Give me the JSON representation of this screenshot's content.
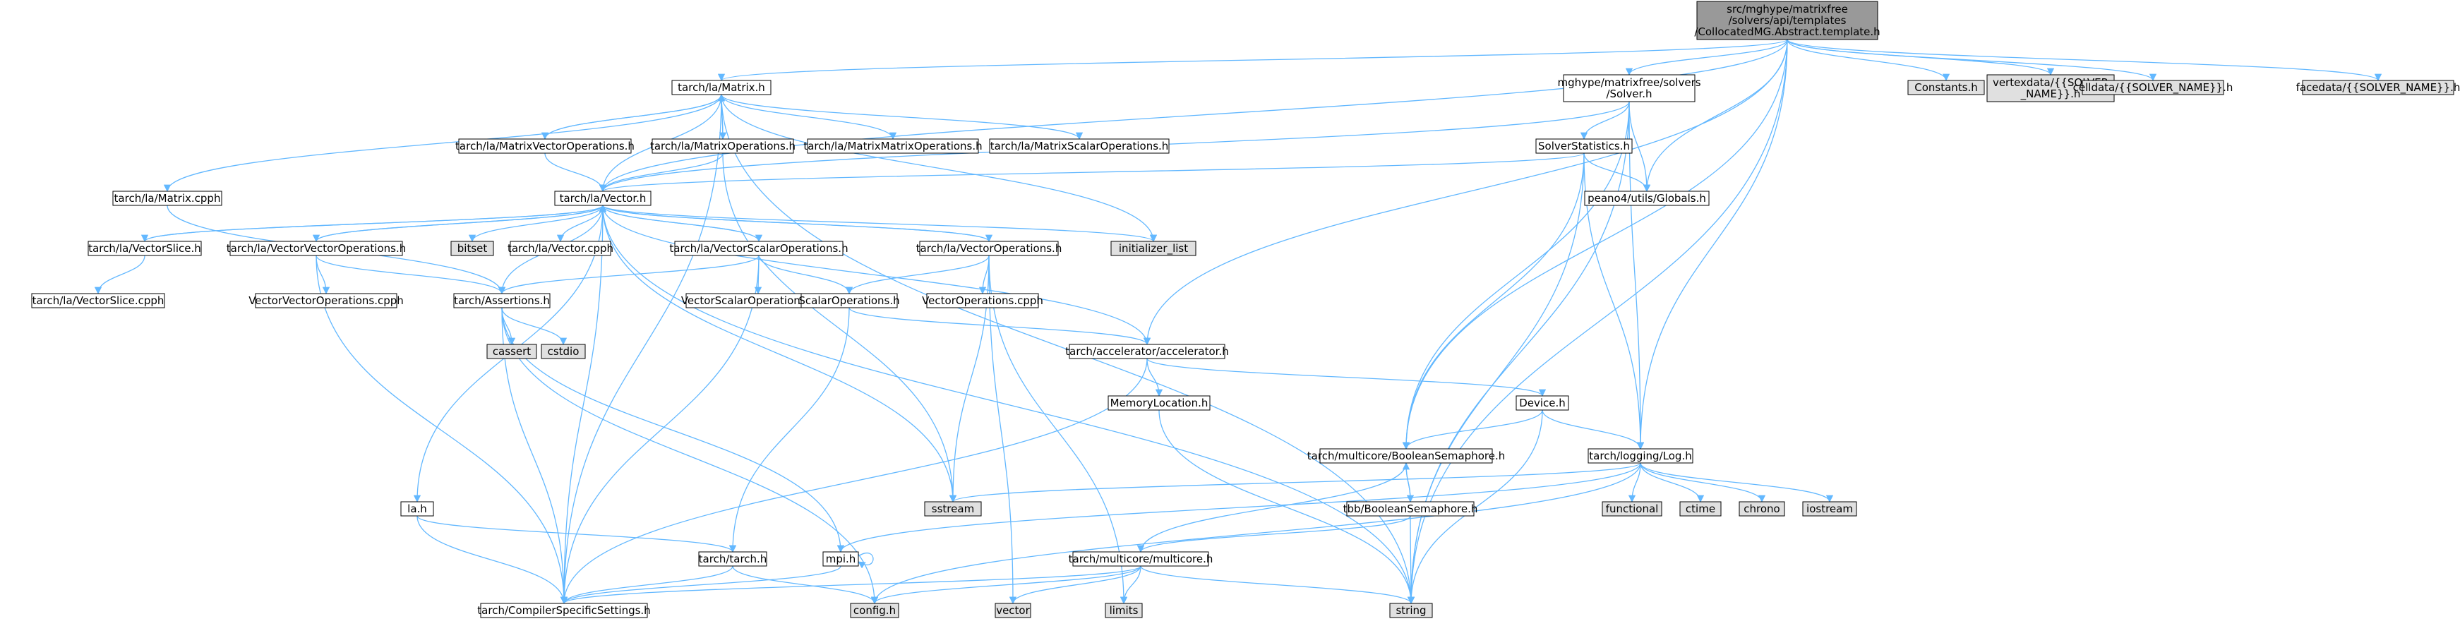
{
  "diagram": {
    "colors": {
      "edge": "#63b8ff",
      "fill_default": "#ffffff",
      "fill_root": "#999999",
      "fill_external": "#e0e0e0",
      "border_default": "#666666",
      "border_truncated": "#ff0000",
      "border_external": "#999999"
    },
    "nodes": [
      {
        "id": "root",
        "lines": [
          "src/mghype/matrixfree",
          "/solvers/api/templates",
          "/CollocatedMG.Abstract.template.h"
        ],
        "kind": "root"
      },
      {
        "id": "matrix_h",
        "lines": [
          "tarch/la/Matrix.h"
        ],
        "kind": "default"
      },
      {
        "id": "solver_h",
        "lines": [
          "mghype/matrixfree/solvers",
          "/Solver.h"
        ],
        "kind": "default"
      },
      {
        "id": "constants",
        "lines": [
          "Constants.h"
        ],
        "kind": "external"
      },
      {
        "id": "vertexdata",
        "lines": [
          "vertexdata/{{SOLVER",
          "_NAME}}.h"
        ],
        "kind": "external"
      },
      {
        "id": "celldata",
        "lines": [
          "celldata/{{SOLVER_NAME}}.h"
        ],
        "kind": "external"
      },
      {
        "id": "facedata",
        "lines": [
          "facedata/{{SOLVER_NAME}}.h"
        ],
        "kind": "external"
      },
      {
        "id": "mvo",
        "lines": [
          "tarch/la/MatrixVectorOperations.h"
        ],
        "kind": "truncated"
      },
      {
        "id": "mo",
        "lines": [
          "tarch/la/MatrixOperations.h"
        ],
        "kind": "truncated"
      },
      {
        "id": "mmo",
        "lines": [
          "tarch/la/MatrixMatrixOperations.h"
        ],
        "kind": "truncated"
      },
      {
        "id": "mso",
        "lines": [
          "tarch/la/MatrixScalarOperations.h"
        ],
        "kind": "truncated"
      },
      {
        "id": "solverstats",
        "lines": [
          "SolverStatistics.h"
        ],
        "kind": "default"
      },
      {
        "id": "matrix_cpph",
        "lines": [
          "tarch/la/Matrix.cpph"
        ],
        "kind": "truncated"
      },
      {
        "id": "vector_h",
        "lines": [
          "tarch/la/Vector.h"
        ],
        "kind": "default"
      },
      {
        "id": "globals",
        "lines": [
          "peano4/utils/Globals.h"
        ],
        "kind": "default"
      },
      {
        "id": "vslice_h",
        "lines": [
          "tarch/la/VectorSlice.h"
        ],
        "kind": "default"
      },
      {
        "id": "vvo_h",
        "lines": [
          "tarch/la/VectorVectorOperations.h"
        ],
        "kind": "default"
      },
      {
        "id": "bitset",
        "lines": [
          "bitset"
        ],
        "kind": "external"
      },
      {
        "id": "vector_cpph",
        "lines": [
          "tarch/la/Vector.cpph"
        ],
        "kind": "default"
      },
      {
        "id": "vso_h",
        "lines": [
          "tarch/la/VectorScalarOperations.h"
        ],
        "kind": "default"
      },
      {
        "id": "vo_h",
        "lines": [
          "tarch/la/VectorOperations.h"
        ],
        "kind": "default"
      },
      {
        "id": "init_list",
        "lines": [
          "initializer_list"
        ],
        "kind": "external"
      },
      {
        "id": "vslice_cpph",
        "lines": [
          "tarch/la/VectorSlice.cpph"
        ],
        "kind": "default"
      },
      {
        "id": "vvo_cpph",
        "lines": [
          "VectorVectorOperations.cpph"
        ],
        "kind": "default"
      },
      {
        "id": "assertions",
        "lines": [
          "tarch/Assertions.h"
        ],
        "kind": "default"
      },
      {
        "id": "vso_cpph",
        "lines": [
          "VectorScalarOperations.cpph"
        ],
        "kind": "default"
      },
      {
        "id": "scalarops",
        "lines": [
          "ScalarOperations.h"
        ],
        "kind": "truncated"
      },
      {
        "id": "vo_cpph",
        "lines": [
          "VectorOperations.cpph"
        ],
        "kind": "default"
      },
      {
        "id": "cassert",
        "lines": [
          "cassert"
        ],
        "kind": "external"
      },
      {
        "id": "cstdio",
        "lines": [
          "cstdio"
        ],
        "kind": "external"
      },
      {
        "id": "accel",
        "lines": [
          "tarch/accelerator/accelerator.h"
        ],
        "kind": "default"
      },
      {
        "id": "memloc",
        "lines": [
          "MemoryLocation.h"
        ],
        "kind": "default"
      },
      {
        "id": "device",
        "lines": [
          "Device.h"
        ],
        "kind": "truncated"
      },
      {
        "id": "boolsem",
        "lines": [
          "tarch/multicore/BooleanSemaphore.h"
        ],
        "kind": "default"
      },
      {
        "id": "log",
        "lines": [
          "tarch/logging/Log.h"
        ],
        "kind": "default"
      },
      {
        "id": "sstream",
        "lines": [
          "sstream"
        ],
        "kind": "external"
      },
      {
        "id": "tbbsem",
        "lines": [
          "tbb/BooleanSemaphore.h"
        ],
        "kind": "truncated"
      },
      {
        "id": "functional",
        "lines": [
          "functional"
        ],
        "kind": "external"
      },
      {
        "id": "ctime",
        "lines": [
          "ctime"
        ],
        "kind": "external"
      },
      {
        "id": "chrono",
        "lines": [
          "chrono"
        ],
        "kind": "external"
      },
      {
        "id": "iostream",
        "lines": [
          "iostream"
        ],
        "kind": "external"
      },
      {
        "id": "la_h",
        "lines": [
          "la.h"
        ],
        "kind": "default"
      },
      {
        "id": "tarch_h",
        "lines": [
          "tarch/tarch.h"
        ],
        "kind": "default"
      },
      {
        "id": "mpi",
        "lines": [
          "mpi.h"
        ],
        "kind": "default"
      },
      {
        "id": "multicore",
        "lines": [
          "tarch/multicore/multicore.h"
        ],
        "kind": "truncated"
      },
      {
        "id": "compiler",
        "lines": [
          "tarch/CompilerSpecificSettings.h"
        ],
        "kind": "default"
      },
      {
        "id": "config",
        "lines": [
          "config.h"
        ],
        "kind": "external"
      },
      {
        "id": "vectorstd",
        "lines": [
          "vector"
        ],
        "kind": "external"
      },
      {
        "id": "limits",
        "lines": [
          "limits"
        ],
        "kind": "external"
      },
      {
        "id": "string",
        "lines": [
          "string"
        ],
        "kind": "external"
      }
    ],
    "edges": [
      [
        "root",
        "matrix_h"
      ],
      [
        "root",
        "solver_h"
      ],
      [
        "root",
        "constants"
      ],
      [
        "root",
        "vertexdata"
      ],
      [
        "root",
        "celldata"
      ],
      [
        "root",
        "facedata"
      ],
      [
        "root",
        "vector_h"
      ],
      [
        "root",
        "globals"
      ],
      [
        "root",
        "accel"
      ],
      [
        "root",
        "boolsem"
      ],
      [
        "root",
        "log"
      ],
      [
        "root",
        "string"
      ],
      [
        "matrix_h",
        "mvo"
      ],
      [
        "matrix_h",
        "mo"
      ],
      [
        "matrix_h",
        "mmo"
      ],
      [
        "matrix_h",
        "mso"
      ],
      [
        "matrix_h",
        "matrix_cpph"
      ],
      [
        "matrix_h",
        "vector_h"
      ],
      [
        "matrix_h",
        "init_list"
      ],
      [
        "matrix_h",
        "string"
      ],
      [
        "matrix_h",
        "compiler"
      ],
      [
        "mvo",
        "matrix_h"
      ],
      [
        "mvo",
        "vector_h"
      ],
      [
        "mo",
        "matrix_h"
      ],
      [
        "mo",
        "vector_h"
      ],
      [
        "mo",
        "sstream"
      ],
      [
        "solver_h",
        "solverstats"
      ],
      [
        "solver_h",
        "globals"
      ],
      [
        "solver_h",
        "vector_h"
      ],
      [
        "solver_h",
        "boolsem"
      ],
      [
        "solver_h",
        "log"
      ],
      [
        "solver_h",
        "string"
      ],
      [
        "solverstats",
        "vector_h"
      ],
      [
        "solverstats",
        "globals"
      ],
      [
        "solverstats",
        "boolsem"
      ],
      [
        "solverstats",
        "log"
      ],
      [
        "solverstats",
        "string"
      ],
      [
        "matrix_cpph",
        "assertions"
      ],
      [
        "vector_h",
        "vslice_h"
      ],
      [
        "vector_h",
        "vvo_h"
      ],
      [
        "vector_h",
        "bitset"
      ],
      [
        "vector_h",
        "vector_cpph"
      ],
      [
        "vector_h",
        "vso_h"
      ],
      [
        "vector_h",
        "vo_h"
      ],
      [
        "vector_h",
        "init_list"
      ],
      [
        "vector_h",
        "assertions"
      ],
      [
        "vector_h",
        "sstream"
      ],
      [
        "vector_h",
        "accel"
      ],
      [
        "vector_h",
        "string"
      ],
      [
        "vector_h",
        "la_h"
      ],
      [
        "vector_h",
        "compiler"
      ],
      [
        "vslice_h",
        "vector_h"
      ],
      [
        "vslice_h",
        "vslice_cpph"
      ],
      [
        "vvo_h",
        "vector_h"
      ],
      [
        "vvo_h",
        "vvo_cpph"
      ],
      [
        "vvo_h",
        "assertions"
      ],
      [
        "vvo_h",
        "compiler"
      ],
      [
        "vso_h",
        "vector_h"
      ],
      [
        "vso_h",
        "vso_cpph"
      ],
      [
        "vso_h",
        "assertions"
      ],
      [
        "vso_h",
        "scalarops"
      ],
      [
        "vso_h",
        "compiler"
      ],
      [
        "vo_h",
        "vector_h"
      ],
      [
        "vo_h",
        "vo_cpph"
      ],
      [
        "vo_h",
        "scalarops"
      ],
      [
        "vo_h",
        "sstream"
      ],
      [
        "vo_h",
        "vectorstd"
      ],
      [
        "vo_h",
        "limits"
      ],
      [
        "scalarops",
        "accel"
      ],
      [
        "scalarops",
        "tarch_h"
      ],
      [
        "assertions",
        "cassert"
      ],
      [
        "assertions",
        "cstdio"
      ],
      [
        "assertions",
        "mpi"
      ],
      [
        "assertions",
        "config"
      ],
      [
        "assertions",
        "compiler"
      ],
      [
        "accel",
        "memloc"
      ],
      [
        "accel",
        "device"
      ],
      [
        "accel",
        "compiler"
      ],
      [
        "memloc",
        "string"
      ],
      [
        "device",
        "boolsem"
      ],
      [
        "device",
        "log"
      ],
      [
        "device",
        "string"
      ],
      [
        "boolsem",
        "tbbsem"
      ],
      [
        "boolsem",
        "multicore"
      ],
      [
        "tbbsem",
        "boolsem"
      ],
      [
        "tbbsem",
        "multicore"
      ],
      [
        "tbbsem",
        "string"
      ],
      [
        "log",
        "sstream"
      ],
      [
        "log",
        "functional"
      ],
      [
        "log",
        "ctime"
      ],
      [
        "log",
        "chrono"
      ],
      [
        "log",
        "iostream"
      ],
      [
        "log",
        "mpi"
      ],
      [
        "log",
        "config"
      ],
      [
        "la_h",
        "tarch_h"
      ],
      [
        "la_h",
        "compiler"
      ],
      [
        "tarch_h",
        "compiler"
      ],
      [
        "tarch_h",
        "config"
      ],
      [
        "mpi",
        "mpi"
      ],
      [
        "mpi",
        "compiler"
      ],
      [
        "multicore",
        "config"
      ],
      [
        "multicore",
        "vectorstd"
      ],
      [
        "multicore",
        "limits"
      ],
      [
        "multicore",
        "string"
      ],
      [
        "multicore",
        "compiler"
      ]
    ]
  }
}
